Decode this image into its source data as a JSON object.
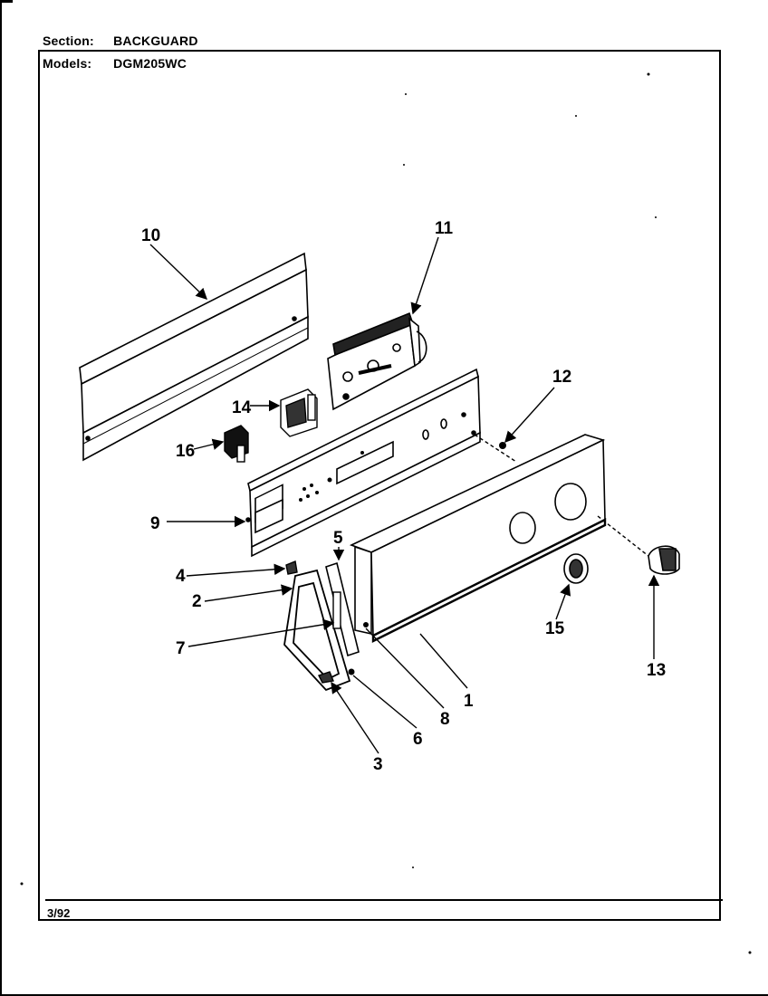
{
  "header": {
    "section_label": "Section:",
    "section_value": "BACKGUARD",
    "models_label": "Models:",
    "models_value": "DGM205WC"
  },
  "footer": {
    "date": "3/92"
  },
  "callouts": [
    {
      "id": "c1",
      "text": "1"
    },
    {
      "id": "c2",
      "text": "2"
    },
    {
      "id": "c3",
      "text": "3"
    },
    {
      "id": "c4",
      "text": "4"
    },
    {
      "id": "c5",
      "text": "5"
    },
    {
      "id": "c6",
      "text": "6"
    },
    {
      "id": "c7",
      "text": "7"
    },
    {
      "id": "c8",
      "text": "8"
    },
    {
      "id": "c9",
      "text": "9"
    },
    {
      "id": "c10",
      "text": "10"
    },
    {
      "id": "c11",
      "text": "11"
    },
    {
      "id": "c12",
      "text": "12"
    },
    {
      "id": "c13",
      "text": "13"
    },
    {
      "id": "c14",
      "text": "14"
    },
    {
      "id": "c15",
      "text": "15"
    },
    {
      "id": "c16",
      "text": "16"
    }
  ]
}
